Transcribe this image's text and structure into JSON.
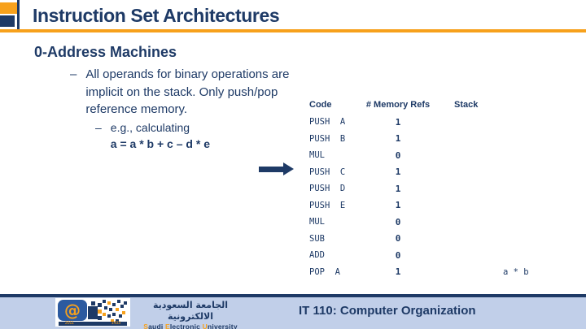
{
  "slide": {
    "title": "Instruction Set Architectures",
    "section_heading": "0-Address Machines",
    "dash": "–",
    "bullet_lines": [
      "All operands for binary operations are",
      "implicit on the stack. Only push/pop",
      "reference memory."
    ],
    "example_label": "e.g., calculating",
    "formula": "a = a * b + c – d * e"
  },
  "table": {
    "headers": {
      "code": "Code",
      "refs": "# Memory Refs",
      "stack": "Stack"
    },
    "rows": [
      {
        "code": "PUSH  A",
        "refs": "1",
        "stack": ""
      },
      {
        "code": "PUSH  B",
        "refs": "1",
        "stack": ""
      },
      {
        "code": "MUL",
        "refs": "0",
        "stack": ""
      },
      {
        "code": "PUSH  C",
        "refs": "1",
        "stack": ""
      },
      {
        "code": "PUSH  D",
        "refs": "1",
        "stack": ""
      },
      {
        "code": "PUSH  E",
        "refs": "1",
        "stack": ""
      },
      {
        "code": "MUL",
        "refs": "0",
        "stack": ""
      },
      {
        "code": "SUB",
        "refs": "0",
        "stack": ""
      },
      {
        "code": "ADD",
        "refs": "0",
        "stack": ""
      },
      {
        "code": "POP  A",
        "refs": "1",
        "stack": "a * b"
      }
    ]
  },
  "footer": {
    "course": "IT 110: Computer Organization",
    "logo": {
      "at_symbol": "@",
      "arabic_name": "الجامعة السعودية الالكترونية",
      "english": {
        "s": "S",
        "s_rest": "audi ",
        "e": "E",
        "e_rest": "lectronic ",
        "u": "U",
        "u_rest": "niversity"
      },
      "year_left": "2011",
      "year_right": "1433"
    }
  },
  "colors": {
    "navy": "#1E3A66",
    "orange": "#F7A11C",
    "footer_blue": "#C1CFE9",
    "logo_blue": "#2C5AA0"
  }
}
